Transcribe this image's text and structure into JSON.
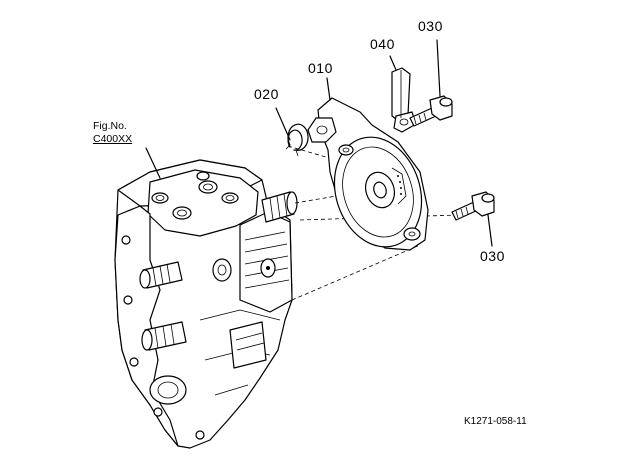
{
  "figure_ref": {
    "prefix": "Fig.No.",
    "number": "C400XX"
  },
  "callouts": {
    "p010": "010",
    "p020": "020",
    "p030_top": "030",
    "p030_bottom": "030",
    "p040": "040"
  },
  "drawing_code": "K1271-058-11"
}
